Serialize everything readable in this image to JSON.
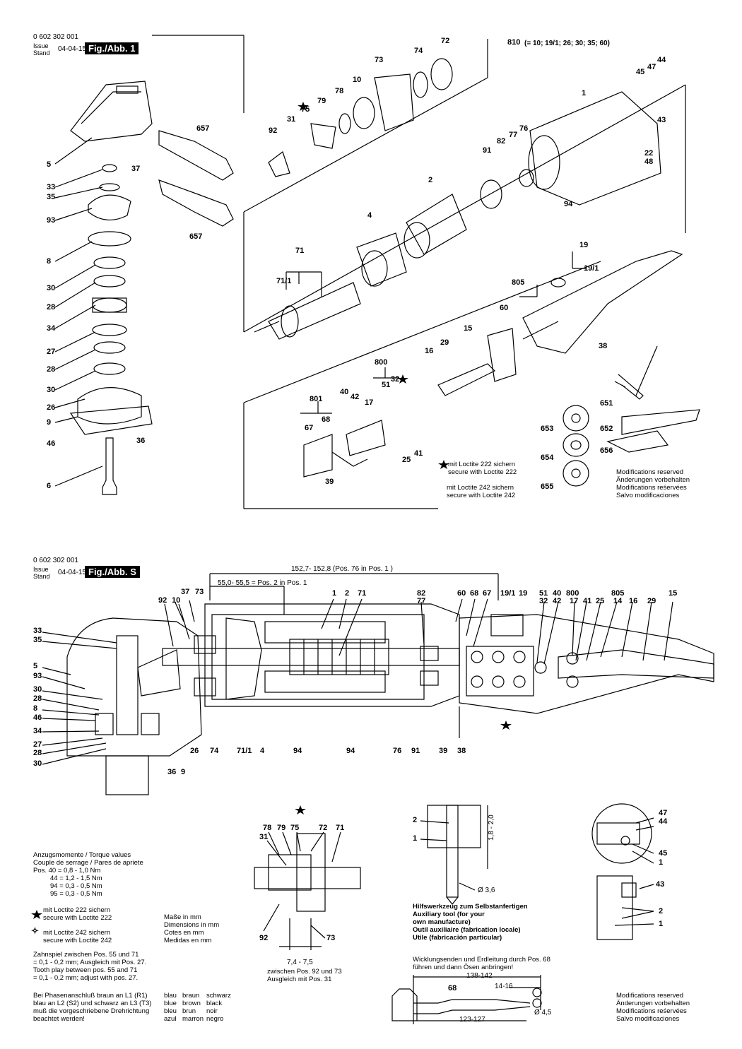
{
  "fig1": {
    "doc_number": "0 602 302 001",
    "issue_label": "Issue",
    "stand_label": "Stand",
    "date": "04-04-15",
    "title": "Fig./Abb. 1",
    "subset_label": "810",
    "subset_members": "(= 10; 19/1; 26; 30; 35; 60)",
    "labels": [
      "5",
      "33",
      "35",
      "93",
      "8",
      "30",
      "28",
      "34",
      "27",
      "28",
      "30",
      "26",
      "9",
      "46",
      "6",
      "36",
      "37",
      "657",
      "657",
      "92",
      "31",
      "75",
      "79",
      "78",
      "10",
      "73",
      "74",
      "72",
      "1",
      "44",
      "47",
      "45",
      "43",
      "22",
      "48",
      "91",
      "82",
      "77",
      "76",
      "2",
      "94",
      "4",
      "71",
      "71/1",
      "19",
      "19/1",
      "805",
      "60",
      "15",
      "29",
      "16",
      "38",
      "800",
      "32",
      "51",
      "40",
      "42",
      "17",
      "801",
      "67",
      "68",
      "41",
      "25",
      "39",
      "651",
      "652",
      "653",
      "654",
      "655",
      "656"
    ],
    "loctite_222": [
      "mit Loctite 222 sichern",
      "secure with Loctite 222"
    ],
    "loctite_242": [
      "mit Loctite 242 sichern",
      "secure with Loctite 242"
    ],
    "modifications": [
      "Modifications reserved",
      "Änderungen vorbehalten",
      "Modifications reśervées",
      "Salvo modificaciones"
    ]
  },
  "figS": {
    "doc_number": "0 602 302 001",
    "issue_label": "Issue",
    "stand_label": "Stand",
    "date": "04-04-15",
    "title": "Fig./Abb. S",
    "dim_total": "152,7- 152,8 (Pos. 76 in Pos. 1 )",
    "dim_partial": "55,0- 55,5 = Pos. 2 in Pos. 1",
    "top_labels": [
      "37",
      "73",
      "92",
      "10",
      "1",
      "2",
      "71",
      "82",
      "77",
      "60",
      "68",
      "67",
      "19/1",
      "19",
      "51",
      "32",
      "40",
      "42",
      "800",
      "17",
      "41",
      "25",
      "805",
      "14",
      "16",
      "29",
      "15"
    ],
    "left_labels": [
      "33",
      "35",
      "5",
      "93",
      "30",
      "28",
      "8",
      "46",
      "34",
      "27",
      "28",
      "30"
    ],
    "bottom_labels": [
      "36",
      "9",
      "26",
      "74",
      "71/1",
      "4",
      "94",
      "94",
      "76",
      "91",
      "39",
      "38"
    ],
    "torque": {
      "title": "Anzugsmomente / Torque values",
      "subtitle": "Couple de serrage / Pares de apriete",
      "rows": [
        "Pos. 40 = 0,8 - 1,0 Nm",
        "44 = 1,2 - 1,5 Nm",
        "94 = 0,3 - 0,5 Nm",
        "95 = 0,3 - 0,5 Nm"
      ]
    },
    "loctite_222": [
      "mit Loctite 222 sichern",
      "secure with Loctite 222"
    ],
    "loctite_242": [
      "mit Loctite 242 sichern",
      "secure with Loctite 242"
    ],
    "units": [
      "Maße in mm",
      "Dimensions in mm",
      "Cotes en mm",
      "Medidas en mm"
    ],
    "tooth_play": [
      "Zahnspiel zwischen Pos. 55 und 71",
      "= 0,1 - 0,2 mm; Ausgleich mit Pos. 27.",
      "Tooth play between pos. 55 and 71",
      "= 0,1 - 0,2 mm; adjust with pos. 27."
    ],
    "phase": [
      "Bei Phasenanschluß braun an L1 (R1)",
      "blau an L2 (S2) und schwarz an L3 (T3)",
      "muß die vorgeschriebene Drehrichtung",
      "beachtet werden!"
    ],
    "colors": [
      [
        "blau",
        "braun",
        "schwarz"
      ],
      [
        "blue",
        "brown",
        "black"
      ],
      [
        "bleu",
        "brun",
        "noir"
      ],
      [
        "azul",
        "marron",
        "negro"
      ]
    ],
    "detail1_labels": [
      "78",
      "79",
      "75",
      "72",
      "71",
      "31",
      "92",
      "73"
    ],
    "detail1_dim": "7,4 - 7,5",
    "detail1_note": [
      "zwischen Pos. 92 und 73",
      "Ausgleich mit Pos. 31"
    ],
    "detail2_labels": [
      "2",
      "1"
    ],
    "detail2_dim": "1,8 - 2,0",
    "detail2_dia": "Ø 3,6",
    "tool_note": [
      "Hilfswerkzeug zum Selbstanfertigen",
      "Auxiliary tool (for your",
      "own manufacture)",
      "Outil auxiliaire (fabrication locale)",
      "Utile (fabricación particular)"
    ],
    "winding_note": [
      "Wicklungsenden und Erdleitung durch Pos. 68",
      "führen und dann Ösen anbringen!"
    ],
    "detail3_dims": [
      "138-142",
      "14-16",
      "123-127",
      "Ø 4,5"
    ],
    "detail3_label": "68",
    "detail4_labels": [
      "47",
      "44",
      "45",
      "1",
      "43",
      "2",
      "1"
    ],
    "modifications": [
      "Modifications reserved",
      "Änderungen vorbehalten",
      "Modifications reśervées",
      "Salvo modificaciones"
    ]
  }
}
